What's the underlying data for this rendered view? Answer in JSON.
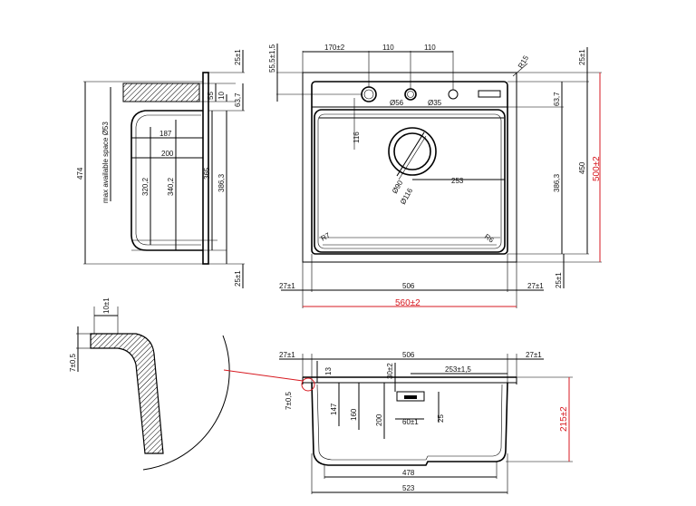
{
  "drawing": {
    "accent_color": "#d71920",
    "top_view": {
      "d_55_5": "55,5±1,5",
      "d_170": "170±2",
      "d_110_a": "110",
      "d_110_b": "110",
      "d_r15": "R15",
      "d_25_top": "25±1",
      "d_63_7": "63,7",
      "d_o56": "Ø56",
      "d_o35": "Ø35",
      "d_116": "116",
      "d_o90": "Ø90",
      "d_o116": "Ø116",
      "d_253": "253",
      "d_r7_left": "R7",
      "d_r6": "R6",
      "d_450": "450",
      "d_386_3": "386,3",
      "d_500": "500±2",
      "d_27_left": "27±1",
      "d_506": "506",
      "d_27_right": "27±1",
      "d_25_bottom": "25±1",
      "d_560": "560±2"
    },
    "side_view": {
      "d_25_top": "25±1",
      "d_55": "55",
      "d_10": "10",
      "d_63_7": "63,7",
      "d_474": "474",
      "d_max_space": "max available space Ø53",
      "d_187": "187",
      "d_200": "200",
      "d_320_2": "320,2",
      "d_340_2": "340,2",
      "d_365": "365",
      "d_386_3": "386,3",
      "d_25_bottom": "25±1"
    },
    "section_view": {
      "d_27_left": "27±1",
      "d_506": "506",
      "d_27_right": "27±1",
      "d_13": "13",
      "d_30": "30±2",
      "d_253": "253±1,5",
      "d_7": "7±0,5",
      "d_147": "147",
      "d_160": "160",
      "d_200": "200",
      "d_60": "60±1",
      "d_25": "25",
      "d_215": "215±2",
      "d_478": "478",
      "d_523": "523"
    },
    "detail_view": {
      "d_10": "10±1",
      "d_7": "7±0,5"
    }
  }
}
